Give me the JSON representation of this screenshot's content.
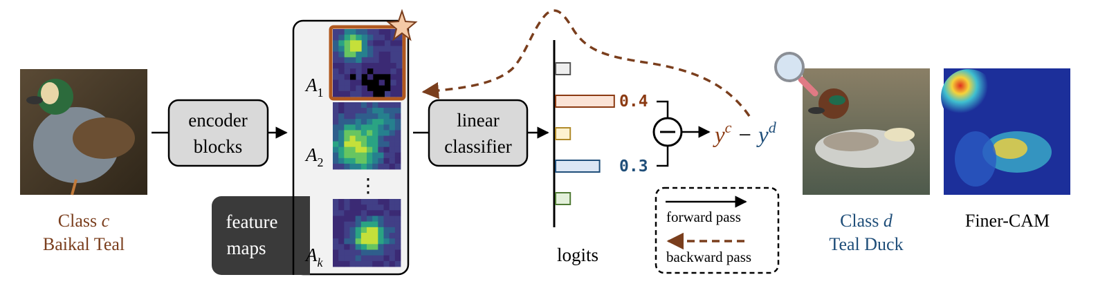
{
  "input_image": {
    "class_line": "Class ",
    "class_var": "c",
    "name": "Baikal Teal",
    "color": "#7a3e1d"
  },
  "encoder": {
    "line1": "encoder",
    "line2": "blocks"
  },
  "feature_maps": {
    "label_line1": "feature",
    "label_line2": "maps",
    "maps": [
      {
        "base": "A",
        "sub": "1",
        "highlighted": true
      },
      {
        "base": "A",
        "sub": "2",
        "highlighted": false
      },
      {
        "base": "A",
        "sub": "k",
        "highlighted": false
      }
    ],
    "ellipsis": "⋮"
  },
  "classifier": {
    "line1": "linear",
    "line2": "classifier"
  },
  "logits": {
    "label": "logits",
    "bars": [
      {
        "value": 0.1,
        "fill": "#efefef",
        "stroke": "#555555"
      },
      {
        "value": 0.4,
        "fill": "#fbe3d6",
        "stroke": "#8b3a12",
        "label": "0.4",
        "label_color": "#8b3a12"
      },
      {
        "value": 0.1,
        "fill": "#fdf2d0",
        "stroke": "#b08a2a"
      },
      {
        "value": 0.3,
        "fill": "#dbe6f4",
        "stroke": "#1f4e79",
        "label": "0.3",
        "label_color": "#1f4e79"
      },
      {
        "value": 0.1,
        "fill": "#e3f0da",
        "stroke": "#4f7a34"
      }
    ]
  },
  "difference": {
    "yc_base": "y",
    "yc_sup": "c",
    "minus": "−",
    "yd_base": "y",
    "yd_sup": "d",
    "yc_color": "#8b3a12",
    "yd_color": "#1f4e79"
  },
  "legend": {
    "forward": "forward pass",
    "backward": "backward pass"
  },
  "target_image": {
    "class_line": "Class ",
    "class_var": "d",
    "name": "Teal Duck",
    "color": "#1f4e79"
  },
  "result": {
    "label": "Finer-CAM"
  },
  "colors": {
    "backward_arrow": "#7a3e1d",
    "highlight_border": "#b0581f",
    "star_fill": "#f4c9a6",
    "box_fill": "#d9d9d9",
    "panel_fill": "#f2f2f2",
    "dark_box": "#3a3a3a"
  },
  "icons": [
    "star-icon",
    "magnifier-icon",
    "subtract-circle-icon"
  ]
}
